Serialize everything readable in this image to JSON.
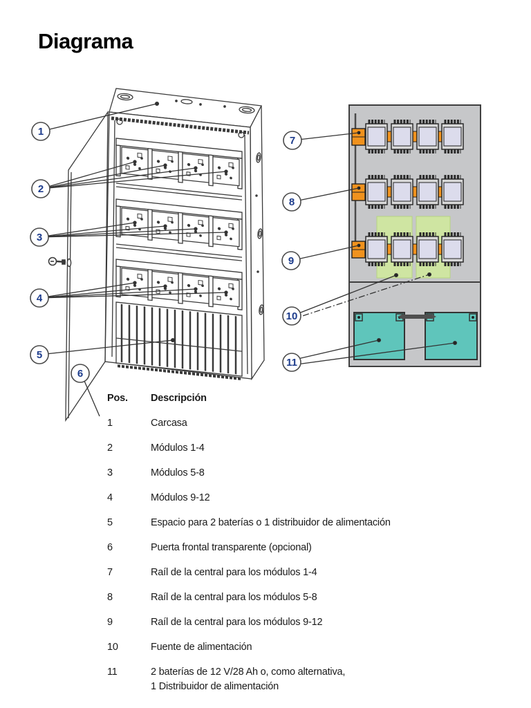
{
  "page": {
    "title": "Diagrama"
  },
  "diagram": {
    "left": {
      "callouts": [
        "1",
        "2",
        "3",
        "4",
        "5",
        "6"
      ],
      "key_icon": "door-key"
    },
    "right": {
      "callouts": [
        "7",
        "8",
        "9",
        "10",
        "11"
      ]
    },
    "colors": {
      "panel_gray": "#c6c7c9",
      "module_lavender": "#dcdcec",
      "module_cap_gray": "#d8d8d8",
      "rail_orange": "#f0921e",
      "power_supply_green": "#cfe5a2",
      "battery_teal": "#5fc5bb",
      "callout_blue": "#1d3c8c",
      "line": "#3a3a3a"
    }
  },
  "table": {
    "headers": {
      "pos": "Pos.",
      "description": "Descripción"
    },
    "rows": [
      {
        "pos": "1",
        "description": "Carcasa"
      },
      {
        "pos": "2",
        "description": "Módulos 1-4"
      },
      {
        "pos": "3",
        "description": "Módulos 5-8"
      },
      {
        "pos": "4",
        "description": "Módulos 9-12"
      },
      {
        "pos": "5",
        "description": "Espacio para 2 baterías o 1 distribuidor de alimentación"
      },
      {
        "pos": "6",
        "description": "Puerta frontal transparente (opcional)"
      },
      {
        "pos": "7",
        "description": "Raíl de la central para los módulos 1-4"
      },
      {
        "pos": "8",
        "description": "Raíl de la central para los módulos 5-8"
      },
      {
        "pos": "9",
        "description": "Raíl de la central para los módulos 9-12"
      },
      {
        "pos": "10",
        "description": "Fuente de alimentación"
      },
      {
        "pos": "11",
        "description": "2 baterías de 12 V/28 Ah o, como alternativa,\n1 Distribuidor de alimentación"
      }
    ]
  }
}
